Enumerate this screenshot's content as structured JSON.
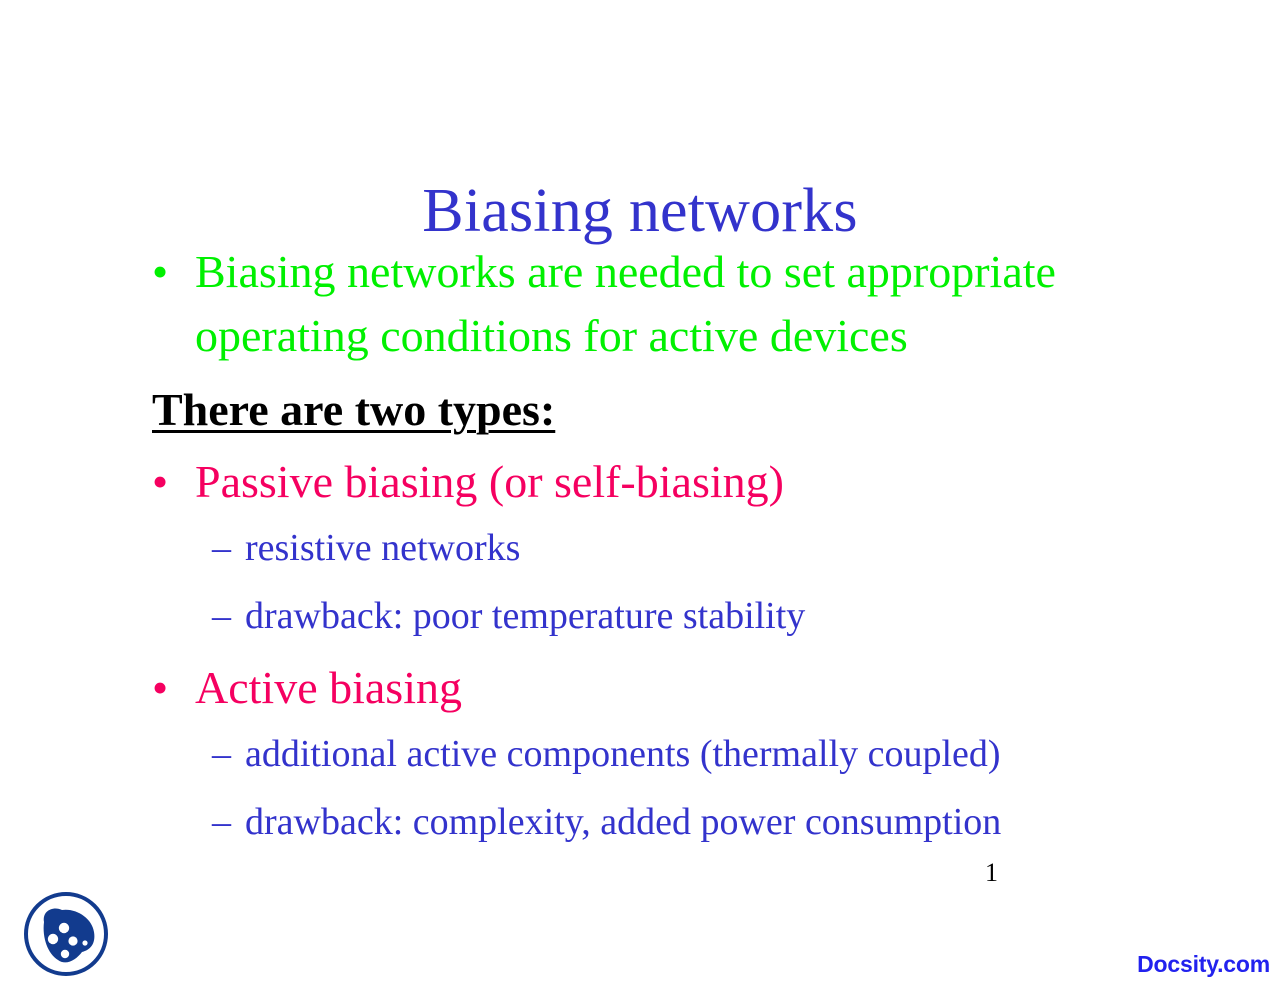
{
  "slide": {
    "title": "Biasing networks",
    "page_number": "1",
    "background_color": "#ffffff",
    "title_color": "#3333cc",
    "content": [
      {
        "level": 1,
        "bullet": "•",
        "text": "Biasing networks are needed to set appropriate operating conditions for active devices",
        "color": "#00f000",
        "style": "normal"
      },
      {
        "level": 0,
        "bullet": "",
        "text": "There are two types:",
        "color": "#000000",
        "style": "bold-underline"
      },
      {
        "level": 1,
        "bullet": "•",
        "text": "Passive biasing (or self-biasing)",
        "color": "#f50060",
        "style": "normal"
      },
      {
        "level": 2,
        "bullet": "–",
        "text": "resistive networks",
        "color": "#3333cc",
        "style": "normal"
      },
      {
        "level": 2,
        "bullet": "–",
        "text": "drawback: poor temperature stability",
        "color": "#3333cc",
        "style": "normal"
      },
      {
        "level": 1,
        "bullet": "•",
        "text": "Active biasing",
        "color": "#f50060",
        "style": "normal"
      },
      {
        "level": 2,
        "bullet": "–",
        "text": "additional active components (thermally coupled)",
        "color": "#3333cc",
        "style": "normal"
      },
      {
        "level": 2,
        "bullet": "–",
        "text": "drawback: complexity, added power consumption",
        "color": "#3333cc",
        "style": "normal"
      }
    ]
  },
  "footer": {
    "brand": "Docsity.com",
    "brand_color": "#2222ee",
    "logo_name": "docsity-logo",
    "logo_color": "#123b8e"
  }
}
